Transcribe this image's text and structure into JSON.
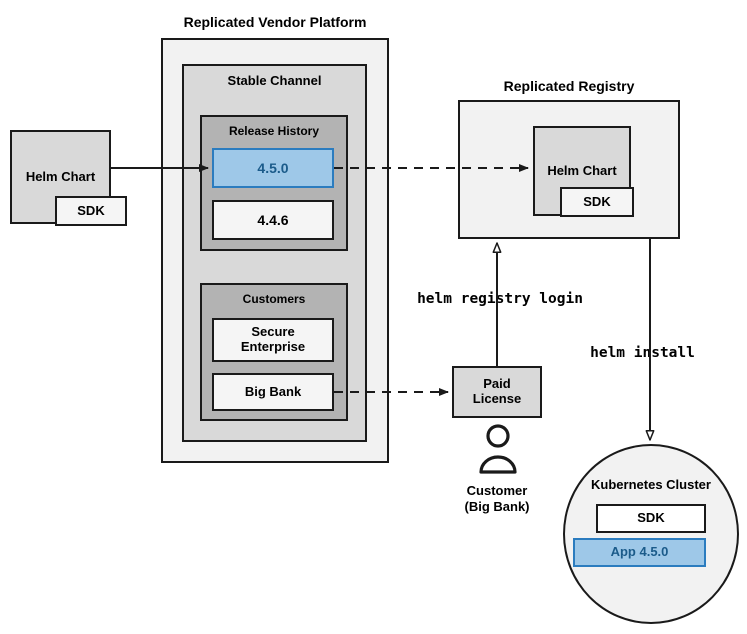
{
  "diagram": {
    "title_vendor_platform": "Replicated Vendor Platform",
    "title_registry": "Replicated Registry"
  },
  "vendor_platform": {
    "stable_channel": {
      "label": "Stable Channel",
      "release_history": {
        "label": "Release History",
        "releases": [
          {
            "version": "4.5.0",
            "highlighted": true
          },
          {
            "version": "4.4.6",
            "highlighted": false
          }
        ]
      },
      "customers": {
        "label": "Customers",
        "entries": [
          {
            "name": "Secure\nEnterprise"
          },
          {
            "name": "Big Bank"
          }
        ]
      }
    }
  },
  "source_chart": {
    "label": "Helm Chart",
    "sdk_label": "SDK"
  },
  "registry": {
    "chart_label": "Helm Chart",
    "sdk_label": "SDK"
  },
  "license": {
    "label": "Paid\nLicense"
  },
  "customer": {
    "icon": "person-icon",
    "caption_line1": "Customer",
    "caption_line2": "(Big Bank)"
  },
  "cluster": {
    "label": "Kubernetes Cluster",
    "items": [
      {
        "label": "SDK",
        "highlighted": false
      },
      {
        "label": "App 4.5.0",
        "highlighted": true
      }
    ]
  },
  "commands": {
    "registry_login": "helm registry login",
    "install": "helm install"
  },
  "colors": {
    "accent_blue_fill": "#9ec8e8",
    "accent_blue_border": "#2b7cbf",
    "accent_blue_text": "#1b5b8a",
    "stroke": "#1a1a1a",
    "shade_outer": "#f2f2f2",
    "shade_mid": "#d9d9d9",
    "shade_inner": "#b3b3b3"
  }
}
